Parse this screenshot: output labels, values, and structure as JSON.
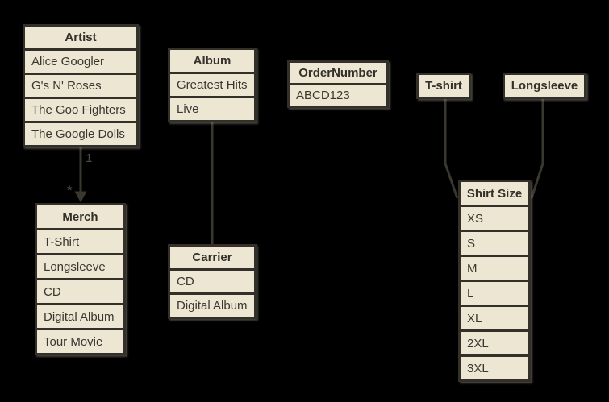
{
  "diagram": {
    "background_color": "#000000",
    "node_fill_color": "#ede6d3",
    "node_border_color": "#33302a",
    "text_color": "#3a3731",
    "connector_color": "#3a372f",
    "tables": {
      "artist": {
        "header": "Artist",
        "rows": [
          "Alice Googler",
          "G's N' Roses",
          "The Goo Fighters",
          "The Google Dolls"
        ]
      },
      "album": {
        "header": "Album",
        "rows": [
          "Greatest Hits",
          "Live"
        ]
      },
      "order_number": {
        "header": "OrderNumber",
        "rows": [
          "ABCD123"
        ]
      },
      "tshirt": {
        "header": "T-shirt",
        "rows": []
      },
      "longsleeve": {
        "header": "Longsleeve",
        "rows": []
      },
      "merch": {
        "header": "Merch",
        "rows": [
          "T-Shirt",
          "Longsleeve",
          "CD",
          "Digital Album",
          "Tour Movie"
        ]
      },
      "carrier": {
        "header": "Carrier",
        "rows": [
          "CD",
          "Digital Album"
        ]
      },
      "shirt_size": {
        "header": "Shirt Size",
        "rows": [
          "XS",
          "S",
          "M",
          "L",
          "XL",
          "2XL",
          "3XL"
        ]
      }
    },
    "edges": {
      "artist_to_merch": {
        "from": "Artist",
        "to": "Merch",
        "source_label": "1",
        "target_label": "*",
        "arrowhead": "filled-triangle"
      },
      "album_to_carrier": {
        "from": "Album",
        "to": "Carrier"
      },
      "tshirt_to_shirt_size": {
        "from": "T-shirt",
        "to": "Shirt Size"
      },
      "longsleeve_to_shirt_size": {
        "from": "Longsleeve",
        "to": "Shirt Size"
      }
    }
  }
}
